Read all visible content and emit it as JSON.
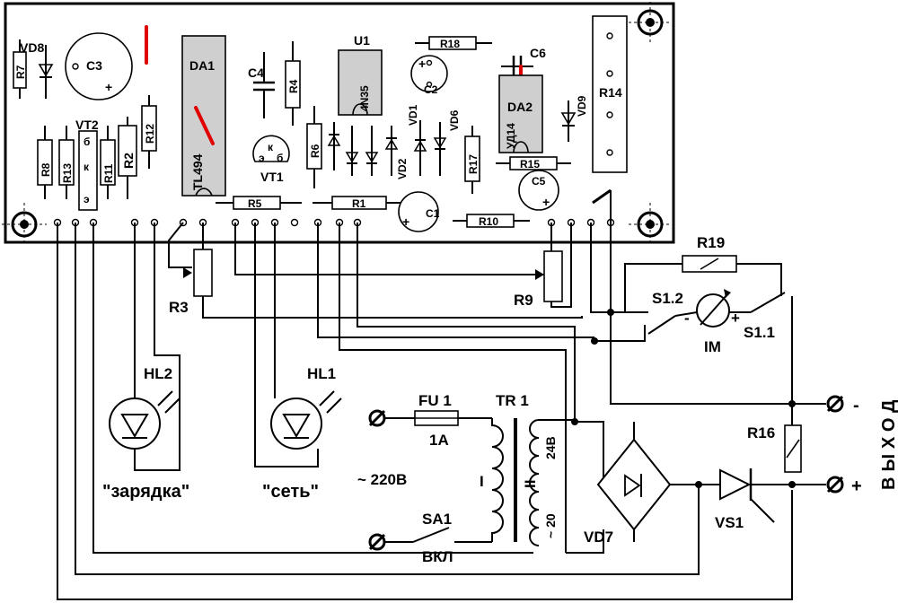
{
  "board": {
    "parts": {
      "vd8": "VD8",
      "r7": "R7",
      "c3": "C3",
      "c3_plus": "+",
      "da1": "DA1",
      "tl494": "TL494",
      "c4": "C4",
      "r4": "R4",
      "u1": "U1",
      "u1_part": "4N35",
      "r18": "R18",
      "c6": "C6",
      "c2": "C2",
      "c2_plus": "+",
      "r14": "R14",
      "vd1": "VD1",
      "vd6": "VD6",
      "da2": "DA2",
      "ud14": "УД14",
      "vd9": "VD9",
      "r8": "R8",
      "r13": "R13",
      "vt2": "VT2",
      "vt2_b": "б",
      "vt2_k": "к",
      "vt2_e": "э",
      "r11": "R11",
      "r2": "R2",
      "r12": "R12",
      "vt1": "VT1",
      "vt1_k": "к",
      "vt1_e": "э",
      "vt1_b": "б",
      "r6": "R6",
      "vd2": "VD2",
      "r17": "R17",
      "r15": "R15",
      "c5": "C5",
      "c5_plus": "+",
      "r5": "R5",
      "r1": "R1",
      "c1": "C1",
      "c1_plus": "+",
      "r10": "R10"
    }
  },
  "external": {
    "r3": "R3",
    "r9": "R9",
    "r19": "R19",
    "s12": "S1.2",
    "s11": "S1.1",
    "im": "IM",
    "im_minus": "-",
    "im_plus": "+",
    "hl2": "HL2",
    "hl2_caption": "\"зарядка\"",
    "hl1": "HL1",
    "hl1_caption": "\"сеть\"",
    "fu1": "FU 1",
    "fu1_rating": "1A",
    "tr1": "TR 1",
    "mains": "~ 220В",
    "winding_1": "I",
    "winding_2": "II",
    "sec_24v": "24В",
    "sec_20": "~ 20",
    "sa1": "SA1",
    "sa1_caption": "ВКЛ",
    "vd7": "VD7",
    "vs1": "VS1",
    "r16": "R16",
    "out_minus": "-",
    "out_plus": "+",
    "output": "ВЫХОД"
  }
}
